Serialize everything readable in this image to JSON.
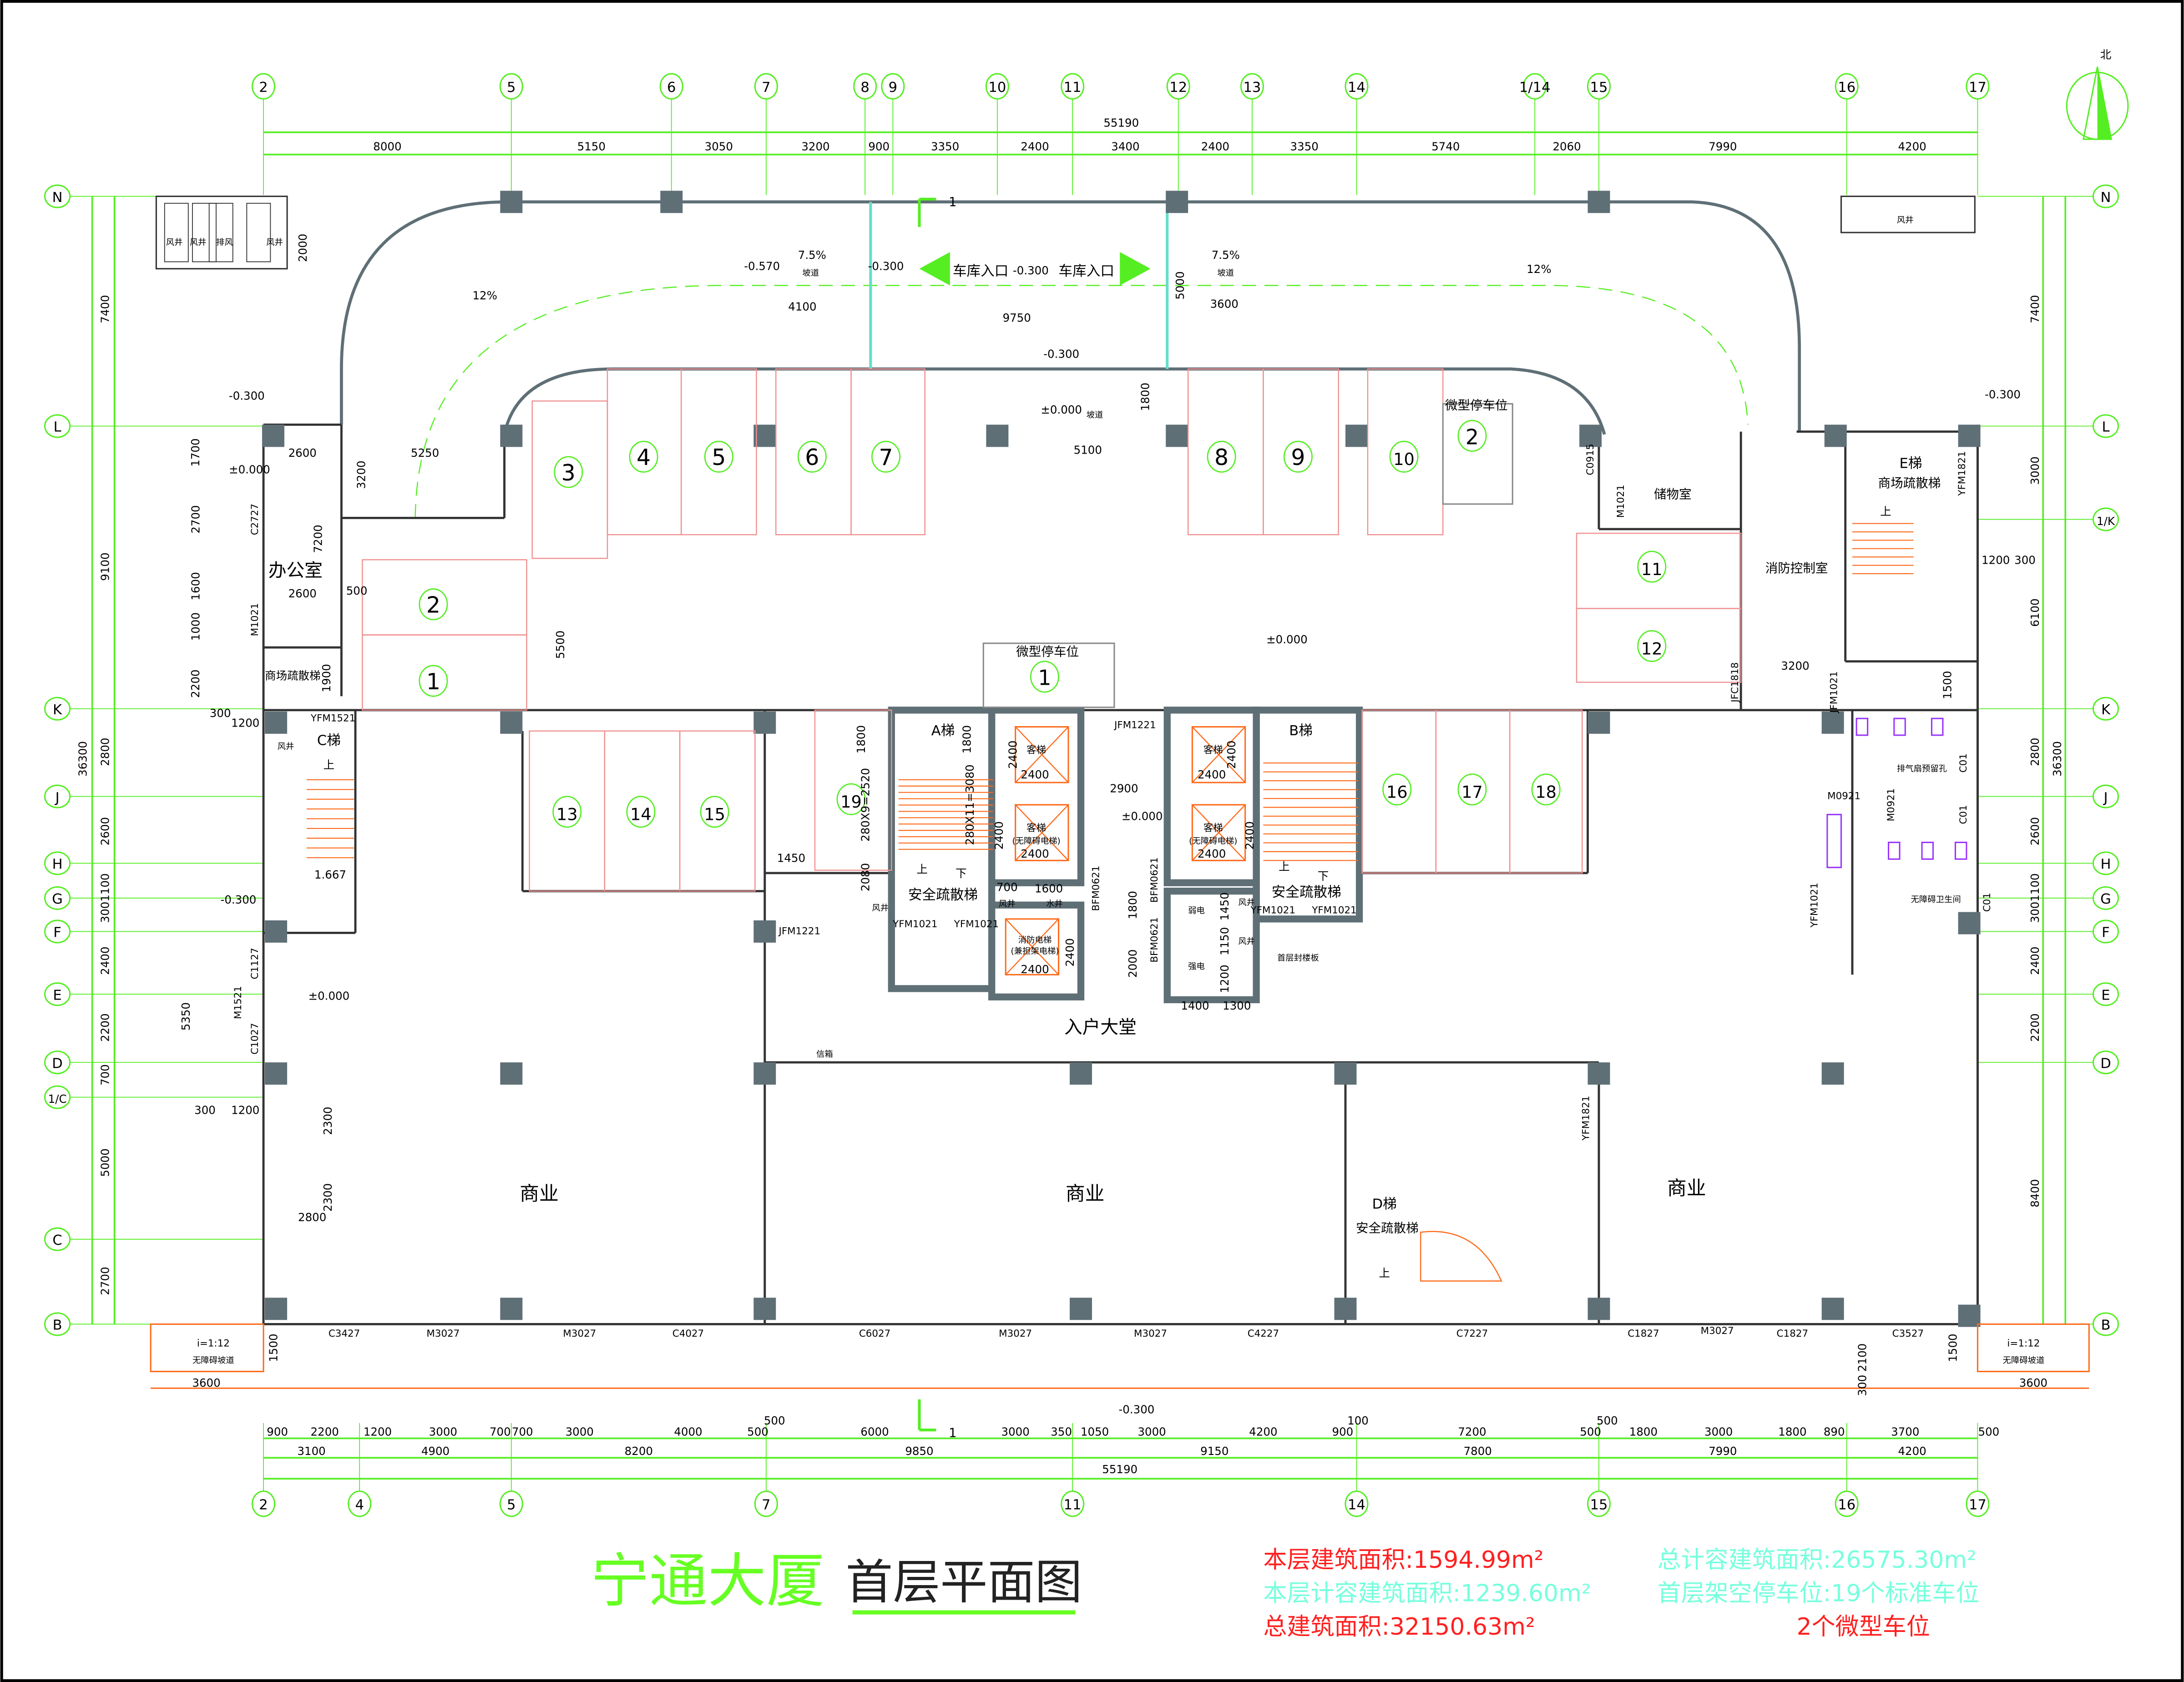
{
  "title": {
    "name": "宁通大厦",
    "drawing": "首层平面图"
  },
  "north": "北",
  "axes": {
    "top": [
      "2",
      "5",
      "6",
      "7",
      "8",
      "9",
      "10",
      "11",
      "12",
      "13",
      "14",
      "1/14",
      "15",
      "16",
      "17"
    ],
    "bottom": [
      "2",
      "4",
      "5",
      "7",
      "11",
      "14",
      "15",
      "16",
      "17"
    ],
    "left": [
      "N",
      "L",
      "K",
      "J",
      "H",
      "G",
      "F",
      "E",
      "D",
      "1/C",
      "C",
      "B"
    ],
    "right": [
      "N",
      "L",
      "1/K",
      "K",
      "J",
      "H",
      "G",
      "F",
      "E",
      "D",
      "B"
    ]
  },
  "dims": {
    "top_total": "55190",
    "top": [
      "8000",
      "5150",
      "3050",
      "3200",
      "900",
      "3350",
      "2400",
      "3400",
      "2400",
      "3350",
      "5740",
      "2060",
      "7990",
      "4200"
    ],
    "bottom_row1": [
      "900",
      "2200",
      "1200",
      "3000",
      "700",
      "700",
      "3000",
      "4000",
      "500",
      "6000",
      "3000",
      "350",
      "1050",
      "3000",
      "4200",
      "900",
      "7200",
      "500",
      "1800",
      "3000",
      "1800",
      "890",
      "3700",
      "500"
    ],
    "bottom_row1_upper": [
      "500",
      "100",
      "500"
    ],
    "bottom_row2": [
      "3100",
      "4900",
      "8200",
      "9850",
      "9150",
      "7800",
      "7990",
      "4200"
    ],
    "bottom_total": "55190",
    "left": [
      "7400",
      "9100",
      "2800",
      "2600",
      "3001100",
      "2400",
      "2200",
      "700",
      "5000",
      "2700"
    ],
    "left_total": "36300",
    "right": [
      "7400",
      "3000",
      "6100",
      "2800",
      "2600",
      "3001100",
      "2400",
      "2200",
      "8400"
    ],
    "right_total": "36300",
    "inner": [
      "4100",
      "9750",
      "3600",
      "5000",
      "1800",
      "5100",
      "5250",
      "2600",
      "2600",
      "3200",
      "7200",
      "500",
      "1900",
      "1200",
      "300",
      "5500",
      "1450",
      "2900",
      "1400",
      "1300",
      "3200",
      "1200",
      "300",
      "1500",
      "3600",
      "3600",
      "1500",
      "1500",
      "2100",
      "300",
      "2000",
      "2800",
      "2300",
      "2300",
      "1200",
      "300",
      "5350",
      "1700",
      "2700",
      "1600",
      "1000",
      "2200",
      "1800",
      "1800",
      "280X9=2520",
      "280X11=3080",
      "2080",
      "700",
      "1600",
      "1800",
      "2000",
      "1450",
      "1150",
      "1200"
    ]
  },
  "parking": [
    "1",
    "2",
    "3",
    "4",
    "5",
    "6",
    "7",
    "8",
    "9",
    "10",
    "11",
    "12",
    "13",
    "14",
    "15",
    "16",
    "17",
    "18",
    "19"
  ],
  "micro_parking": {
    "label": "微型停车位",
    "numbers": [
      "1",
      "2"
    ]
  },
  "rooms": {
    "office": "办公室",
    "mall_stair": "商场疏散梯",
    "c_stair": "C梯",
    "storage": "储物室",
    "fire_control": "消防控制室",
    "e_stair": "E梯",
    "a_stair": "A梯",
    "b_stair": "B梯",
    "passenger_elevator": "客梯",
    "accessible_elevator": "(无障碍电梯)",
    "fire_elevator": "消防电梯",
    "fire_elevator_note": "(兼担架电梯)",
    "safety_stair": "安全疏散梯",
    "lobby": "入户大堂",
    "commercial": "商业",
    "d_stair": "D梯",
    "garage_entrance": "车库入口",
    "mailbox": "信箱",
    "weak_current": "弱电",
    "strong_current": "强电",
    "air_shaft": "风井",
    "exhaust": "排风",
    "water_shaft": "水井",
    "slab_note": "首层封楼板",
    "fan_hole": "排气扇预留孔",
    "accessible_wc": "无障碍卫生间",
    "ramp": "坡道",
    "accessible_ramp": "无障碍坡道",
    "ramp_slope": "i=1:12",
    "up": "上",
    "down": "下"
  },
  "elevations": {
    "m0570": "-0.570",
    "m0300": "-0.300",
    "zero": "±0.000",
    "stair": "1.667"
  },
  "slopes": {
    "s75": "7.5%",
    "s12": "12%"
  },
  "elevator_sizes": {
    "v2400": "2400"
  },
  "doors": {
    "c3427": "C3427",
    "m3027": "M3027",
    "c4027": "C4027",
    "c6027": "C6027",
    "c4227": "C4227",
    "c7227": "C7227",
    "c1827": "C1827",
    "c3527": "C3527",
    "jfm1221": "JFM1221",
    "yfm1021": "YFM1021",
    "yfm1521": "YFM1521",
    "m1021": "M1021",
    "c2727": "C2727",
    "m1521": "M1521",
    "c1127": "C1127",
    "c1027": "C1027",
    "yfm1821": "YFM1821",
    "c0915": "C0915",
    "jfc1818": "JFC1818",
    "jfm1021": "JFM1021",
    "m0921": "M0921",
    "c01": "C01",
    "bfm0621": "BFM0621"
  },
  "section_mark": "1",
  "stats": {
    "floor_area": "本层建筑面积:1594.99m²",
    "floor_far_area": "本层计容建筑面积:1239.60m²",
    "total_area": "总建筑面积:32150.63m²",
    "total_far_area": "总计容建筑面积:26575.30m²",
    "parking_std": "首层架空停车位:19个标准车位",
    "parking_micro": "2个微型车位"
  },
  "colors": {
    "axis": "#55ee22",
    "wall": "#5f6f76",
    "parking": "#f09090",
    "stair": "#ff6a1a",
    "door": "#66ddcc",
    "toilet": "#9933ff",
    "stat_red": "#ff2020",
    "stat_cyan": "#77ffdd",
    "title_green": "#66ff22"
  }
}
